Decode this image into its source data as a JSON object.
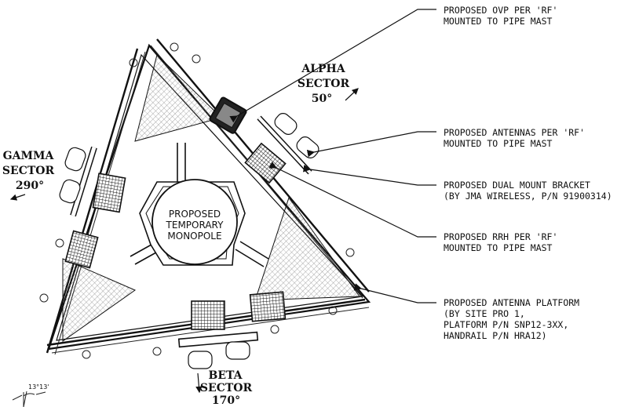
{
  "callouts": {
    "ovp": [
      "PROPOSED OVP PER 'RF'",
      "MOUNTED TO PIPE MAST"
    ],
    "antennas": [
      "PROPOSED ANTENNAS PER 'RF'",
      "MOUNTED TO PIPE MAST"
    ],
    "bracket": [
      "PROPOSED DUAL MOUNT BRACKET",
      "(BY JMA WIRELESS, P/N 91900314)"
    ],
    "rrh": [
      "PROPOSED RRH PER 'RF'",
      "MOUNTED TO PIPE MAST"
    ],
    "platform": [
      "PROPOSED ANTENNA PLATFORM",
      "(BY SITE PRO 1,",
      "PLATFORM P/N SNP12-3XX,",
      "HANDRAIL P/N HRA12)"
    ]
  },
  "sectors": {
    "alpha": {
      "name": "ALPHA",
      "word": "SECTOR",
      "azimuth": "50°"
    },
    "beta": {
      "name": "BETA",
      "word": "SECTOR",
      "azimuth": "170°"
    },
    "gamma": {
      "name": "GAMMA",
      "word": "SECTOR",
      "azimuth": "290°"
    }
  },
  "center": [
    "PROPOSED",
    "TEMPORARY",
    "MONOPOLE"
  ],
  "angle_dimension": "13°13'"
}
